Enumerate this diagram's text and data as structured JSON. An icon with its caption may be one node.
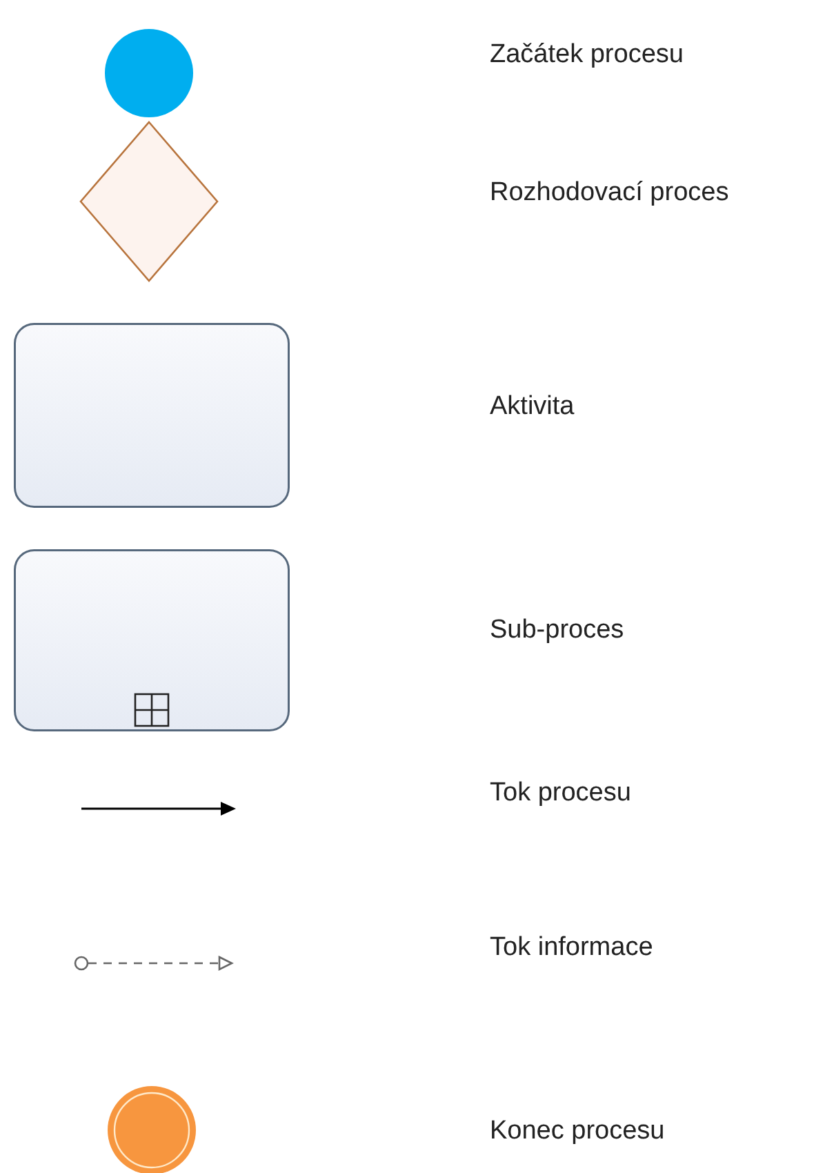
{
  "diagram": {
    "legend": [
      {
        "text": "Začátek procesu"
      },
      {
        "text": "Rozhodovací proces"
      },
      {
        "text": "Aktivita"
      },
      {
        "text": "Sub-proces"
      },
      {
        "text": "Tok procesu"
      },
      {
        "text": "Tok informace"
      },
      {
        "text": "Konec procesu"
      }
    ]
  }
}
